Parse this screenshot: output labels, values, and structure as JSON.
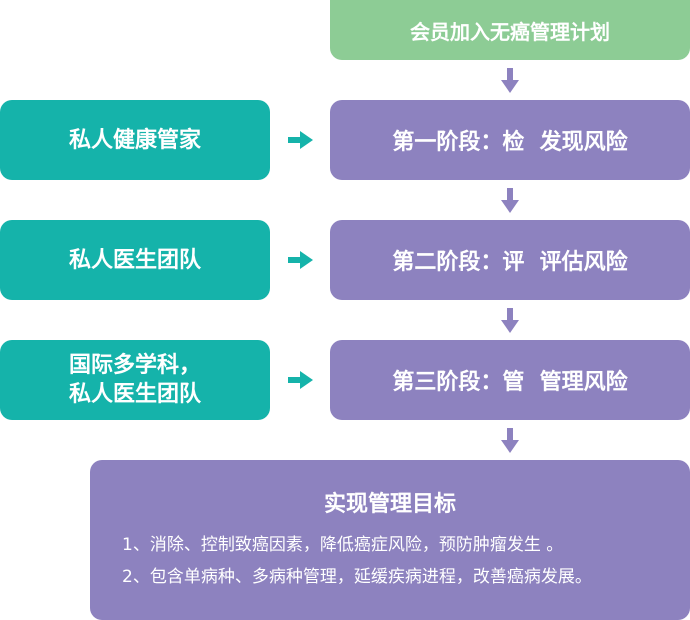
{
  "colors": {
    "start": "#8dcc95",
    "stage": "#8d82bf",
    "side": "#15b3aa",
    "vertical_arrow": "#8d82bf",
    "side_arrow": "#15b3aa",
    "text": "#ffffff"
  },
  "start": {
    "label": "会员加入无癌管理计划"
  },
  "stages": [
    {
      "label": "第一阶段：检  发现风险"
    },
    {
      "label": "第二阶段：评  评估风险"
    },
    {
      "label": "第三阶段：管  管理风险"
    }
  ],
  "sides": [
    {
      "line1": "私人健康管家",
      "line2": ""
    },
    {
      "line1": "私人医生团队",
      "line2": ""
    },
    {
      "line1": "国际多学科，",
      "line2": "私人医生团队"
    }
  ],
  "goal": {
    "title": "实现管理目标",
    "items": [
      "1、消除、控制致癌因素，降低癌症风险，预防肿瘤发生 。",
      "2、包含单病种、多病种管理，延缓疾病进程，改善癌病发展。"
    ]
  }
}
